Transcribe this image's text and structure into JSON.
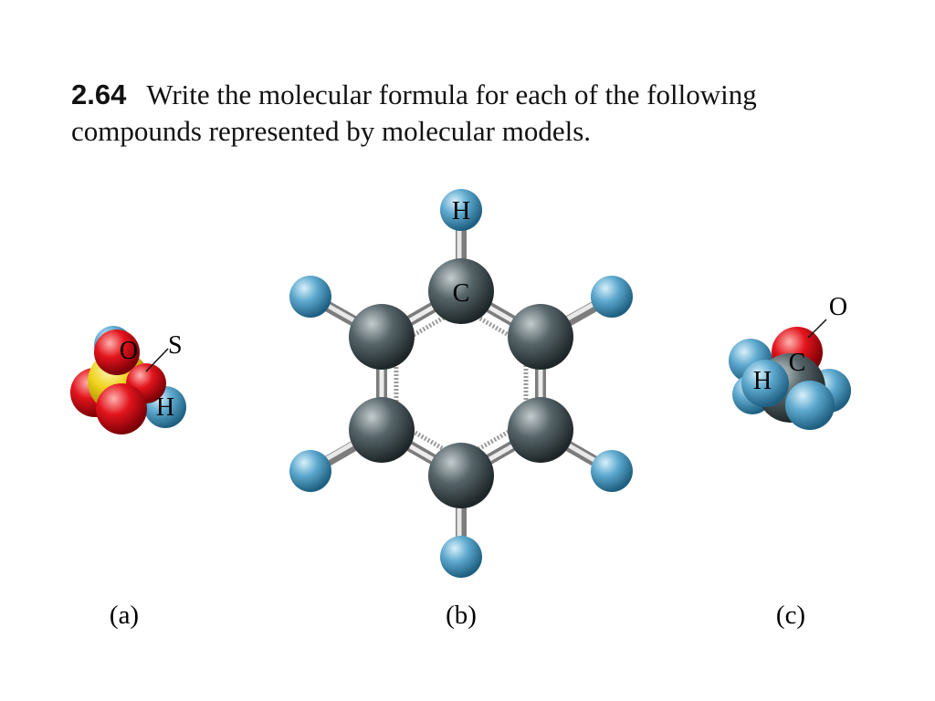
{
  "problem": {
    "number": "2.64",
    "text": "Write the molecular formula for each of the following compounds represented by molecular models."
  },
  "models": {
    "a": {
      "caption": "(a)",
      "labels": {
        "s": "S",
        "o": "O",
        "h": "H"
      }
    },
    "b": {
      "caption": "(b)",
      "labels": {
        "h": "H",
        "c": "C"
      }
    },
    "c": {
      "caption": "(c)",
      "labels": {
        "o": "O",
        "c": "C",
        "h": "H"
      }
    }
  },
  "colors": {
    "hydrogen": "#5ea9cf",
    "carbon": "#56656a",
    "oxygen": "#e3141c",
    "sulfur": "#f0d21c",
    "bond": "#c6c6c6"
  }
}
